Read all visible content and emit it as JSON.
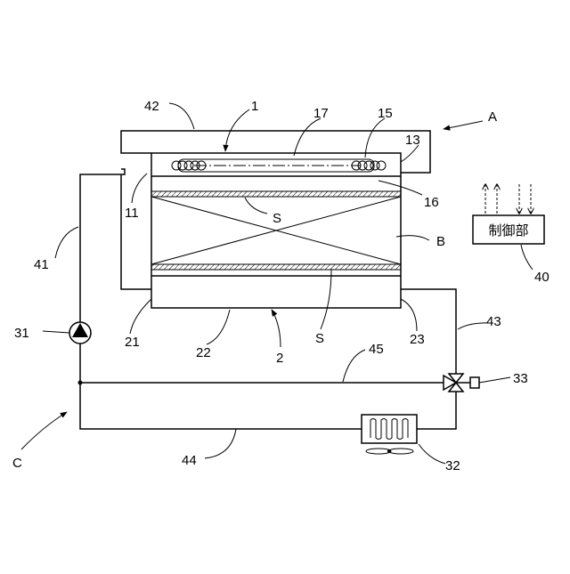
{
  "labels": {
    "n1": "1",
    "n2": "2",
    "n11": "11",
    "n13": "13",
    "n15": "15",
    "n16": "16",
    "n17": "17",
    "n21": "21",
    "n22": "22",
    "n23": "23",
    "n31": "31",
    "n32": "32",
    "n33": "33",
    "n40": "40",
    "n41": "41",
    "n42": "42",
    "n43": "43",
    "n44": "44",
    "n45": "45",
    "A": "A",
    "B": "B",
    "C": "C",
    "S_top": "S",
    "S_bottom": "S"
  },
  "controller": {
    "label": "制御部"
  },
  "colors": {
    "line": "#000000",
    "background": "#ffffff",
    "hatch": "#000000"
  }
}
